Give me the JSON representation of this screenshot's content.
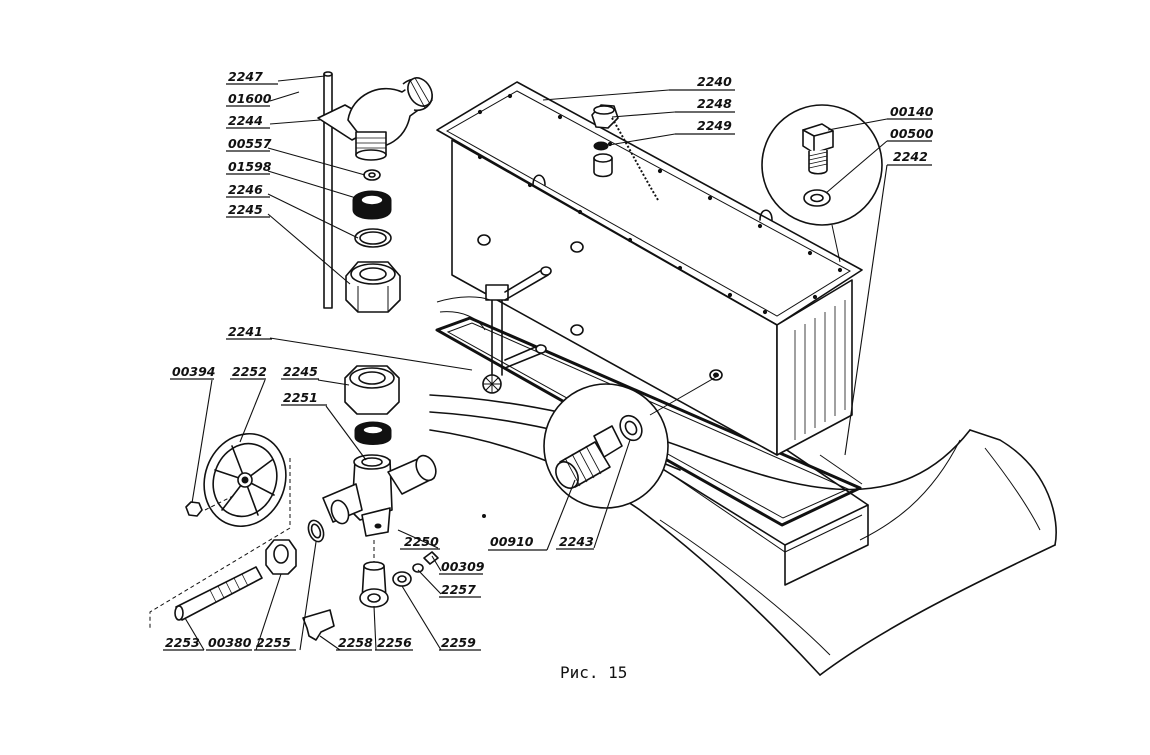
{
  "figure": {
    "caption": "Рис. 15",
    "part_labels": {
      "p2247": "2247",
      "p01600": "01600",
      "p2244": "2244",
      "p00557": "00557",
      "p01598": "01598",
      "p2246": "2246",
      "p2245a": "2245",
      "p2241": "2241",
      "p00394": "00394",
      "p2252": "2252",
      "p2245b": "2245",
      "p2251": "2251",
      "p2250": "2250",
      "p00309": "00309",
      "p2257": "2257",
      "p2259": "2259",
      "p2256": "2256",
      "p2258": "2258",
      "p2255": "2255",
      "p00380": "00380",
      "p2253": "2253",
      "p2240": "2240",
      "p2248": "2248",
      "p2249": "2249",
      "p00140": "00140",
      "p00500": "00500",
      "p2242": "2242",
      "p00910": "00910",
      "p2243": "2243"
    }
  }
}
